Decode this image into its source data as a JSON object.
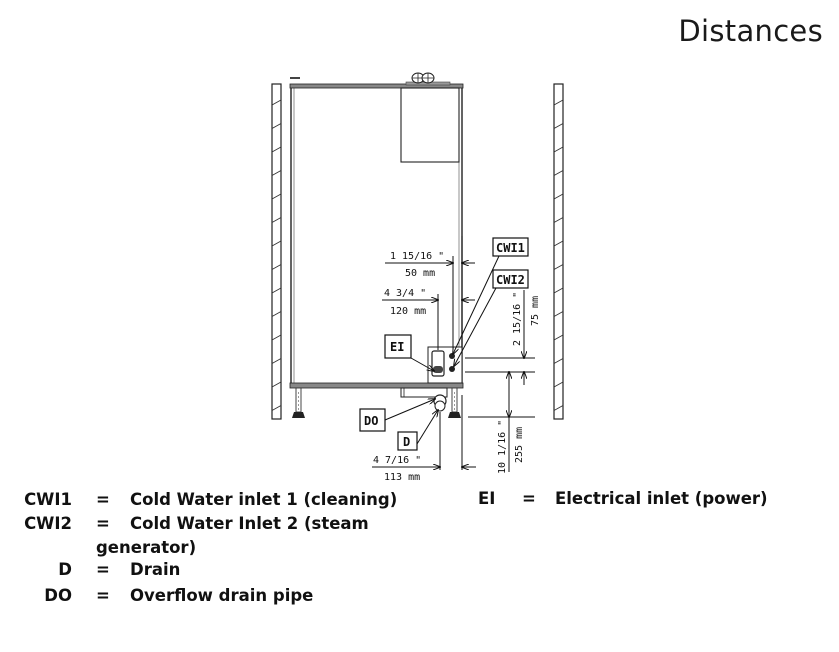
{
  "title": "Distances",
  "tags": {
    "cwi1": "CWI1",
    "cwi2": "CWI2",
    "ei": "EI",
    "do": "DO",
    "d": "D"
  },
  "dimensions": {
    "cwi1_horizontal_in": "1 15/16 \"",
    "cwi1_horizontal_mm": "50 mm",
    "cwi2_horizontal_in": "4 3/4 \"",
    "cwi2_horizontal_mm": "120 mm",
    "inlet_vertical_in": "2 15/16 \"",
    "inlet_vertical_mm": "75 mm",
    "drain_vertical_in": "10 1/16 \"",
    "drain_vertical_mm": "255 mm",
    "drain_horizontal_in": "4 7/16 \"",
    "drain_horizontal_mm": "113 mm"
  },
  "legend": [
    {
      "code": "CWI1",
      "eq": "=",
      "desc": "Cold Water inlet 1 (cleaning)"
    },
    {
      "code": "CWI2",
      "eq": "=",
      "desc": "Cold Water Inlet 2 (steam",
      "continuation": "generator)"
    },
    {
      "code": "D",
      "eq": "=",
      "desc": "Drain"
    },
    {
      "code": "DO",
      "eq": "=",
      "desc": "Overflow drain pipe"
    }
  ],
  "legend_right": [
    {
      "code": "EI",
      "eq": "=",
      "desc": "Electrical inlet (power)"
    }
  ]
}
